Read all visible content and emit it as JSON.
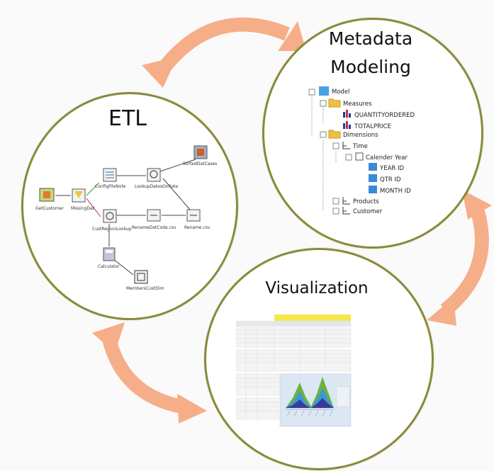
{
  "etl": {
    "title": "ETL",
    "steps": [
      "GetCustomer",
      "MissingDat",
      "ConfigFileNote",
      "LookupDatesOnRate",
      "SortedDatCases",
      "RenameDatCoda.csv",
      "Rename.csv",
      "CustRegionLookup",
      "Calculator",
      "MembersCustDim"
    ]
  },
  "metadata": {
    "title_line1": "Metadata",
    "title_line2": "Modeling",
    "tree": {
      "model": "Model",
      "measures": "Measures",
      "measure1": "QUANTITYORDERED",
      "measure2": "TOTALPRICE",
      "dimensions": "Dimensions",
      "time": "Time",
      "calendar_year": "Calender Year",
      "year_id": "YEAR ID",
      "qtr_id": "QTR ID",
      "month_id": "MONTH ID",
      "products": "Products",
      "customer": "Customer"
    }
  },
  "visualization": {
    "title": "Visualization"
  },
  "colors": {
    "circle_border": "#8a8a3a",
    "arrow": "#f4a37a",
    "table_header": "#f5e64a",
    "chart_bg": "#dbe7f3"
  }
}
